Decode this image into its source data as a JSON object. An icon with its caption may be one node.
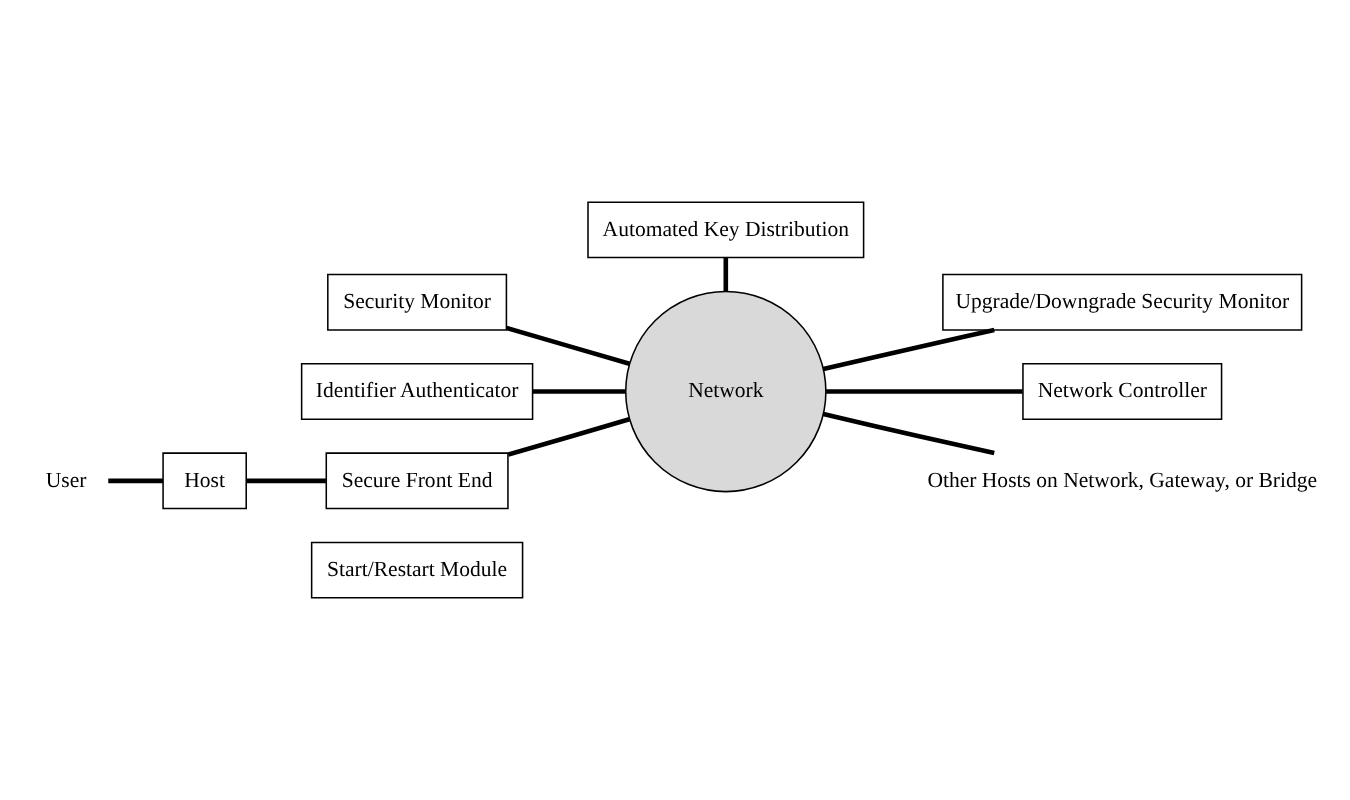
{
  "diagram": {
    "nodes": [
      {
        "text": [
          "Security Monitor"
        ]
      },
      {
        "text": [
          "Automated Key Distribution"
        ]
      },
      {
        "text": [
          "Upgrade/Downgrade Security Monitor"
        ]
      },
      {
        "text": [
          "Identifier Authenticator"
        ]
      },
      {
        "text": [
          "Host"
        ]
      },
      {
        "text": [
          "Secure Front End"
        ]
      },
      {
        "text": [
          "Start/Restart Module"
        ]
      },
      {
        "text": [
          "Network"
        ]
      },
      {
        "text": [
          "Network Controller"
        ]
      },
      {
        "text": [
          "User"
        ]
      },
      {
        "text": [
          "Other Hosts on Network, Gateway, or Bridge"
        ]
      }
    ],
    "edges": [
      {
        "from": 9,
        "to": 4,
        "arrow": "none"
      },
      {
        "from": 4,
        "to": 5,
        "arrow": "none"
      },
      {
        "from": 5,
        "to": 7,
        "arrow": "none"
      },
      {
        "from": 3,
        "to": 7,
        "arrow": "none"
      },
      {
        "from": 0,
        "to": 7,
        "arrow": "none"
      },
      {
        "from": 1,
        "to": 7,
        "arrow": "none"
      },
      {
        "from": 2,
        "to": 7,
        "arrow": "none"
      },
      {
        "from": 7,
        "to": 8,
        "arrow": "none"
      },
      {
        "from": 7,
        "to": 10,
        "arrow": "none"
      }
    ]
  }
}
